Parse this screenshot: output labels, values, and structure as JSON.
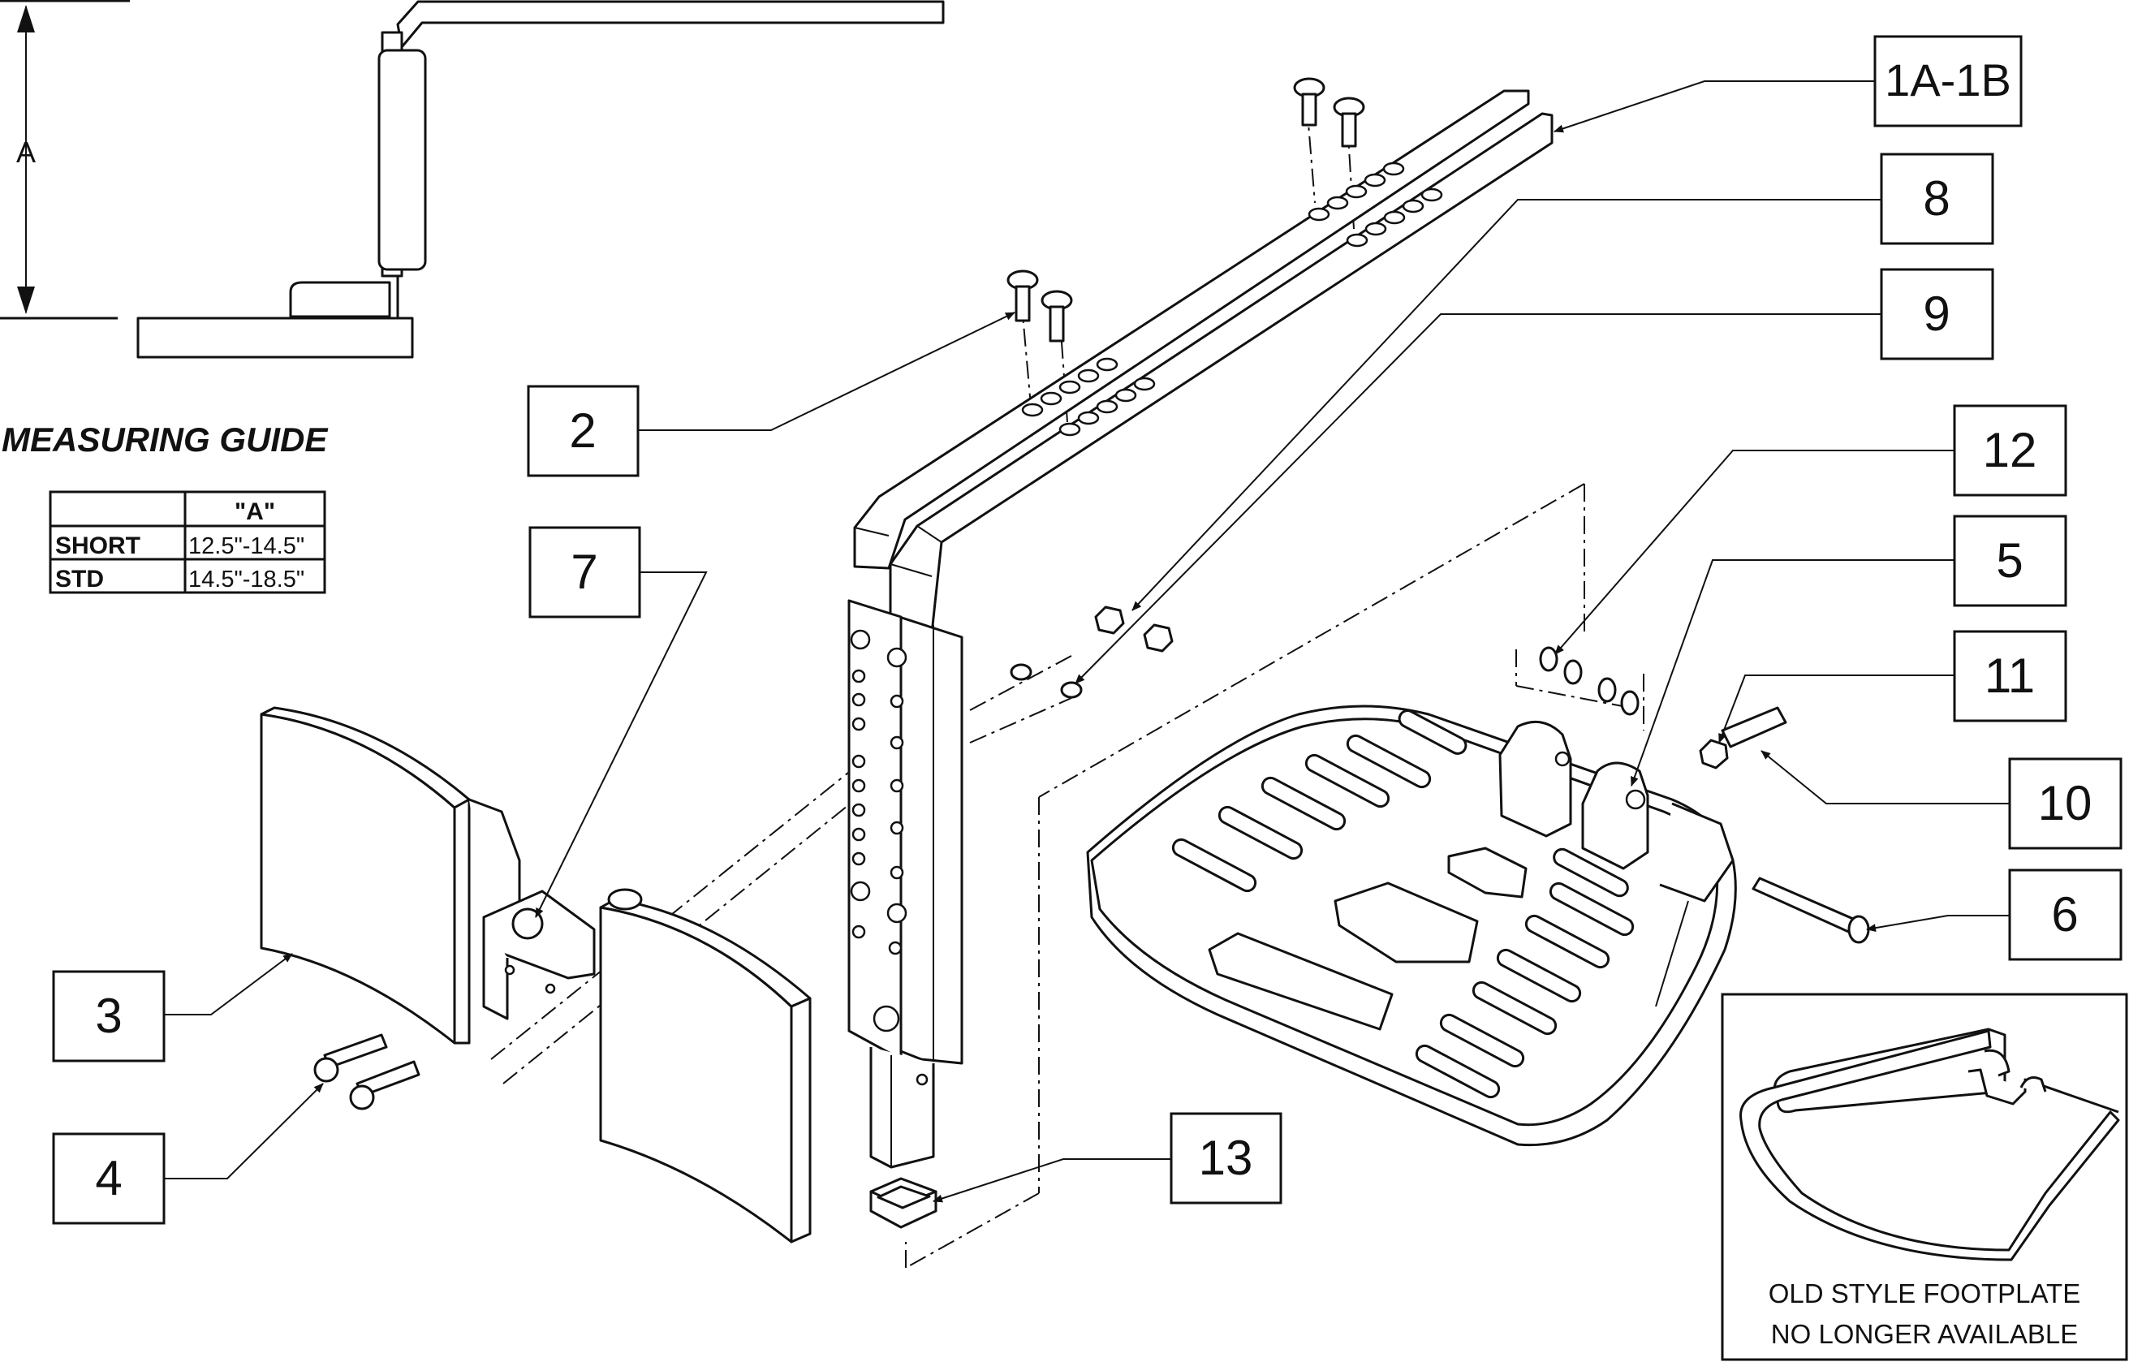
{
  "guide": {
    "title": "MEASURING GUIDE",
    "dimension_label": "A",
    "table": {
      "headers": [
        "",
        "\"A\""
      ],
      "rows": [
        [
          "SHORT",
          "12.5\"-14.5\""
        ],
        [
          "STD",
          "14.5\"-18.5\""
        ]
      ]
    }
  },
  "callouts": [
    {
      "id": "1A-1B",
      "label": "1A-1B"
    },
    {
      "id": "8",
      "label": "8"
    },
    {
      "id": "9",
      "label": "9"
    },
    {
      "id": "2",
      "label": "2"
    },
    {
      "id": "12",
      "label": "12"
    },
    {
      "id": "5",
      "label": "5"
    },
    {
      "id": "7",
      "label": "7"
    },
    {
      "id": "11",
      "label": "11"
    },
    {
      "id": "10",
      "label": "10"
    },
    {
      "id": "6",
      "label": "6"
    },
    {
      "id": "3",
      "label": "3"
    },
    {
      "id": "13",
      "label": "13"
    },
    {
      "id": "4",
      "label": "4"
    }
  ],
  "inset": {
    "line1": "OLD STYLE FOOTPLATE",
    "line2": "NO LONGER AVAILABLE"
  }
}
